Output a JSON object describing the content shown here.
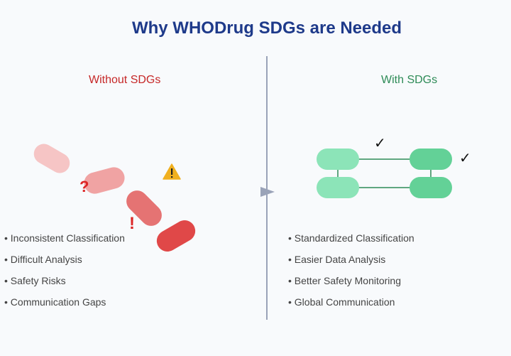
{
  "title": "Why WHODrug SDGs are Needed",
  "left": {
    "heading": "Without SDGs",
    "heading_color": "#c62828",
    "items": [
      "Inconsistent Classification",
      "Difficult Analysis",
      "Safety Risks",
      "Communication Gaps"
    ],
    "icons": [
      "question-mark",
      "exclamation-mark",
      "warning-triangle"
    ]
  },
  "right": {
    "heading": "With SDGs",
    "heading_color": "#2e8b57",
    "items": [
      "Standardized Classification",
      "Easier Data Analysis",
      "Better Safety Monitoring",
      "Global Communication"
    ],
    "icons": [
      "check-mark",
      "check-mark"
    ]
  },
  "marks": {
    "question": "?",
    "exclaim": "!",
    "check": "✓"
  }
}
